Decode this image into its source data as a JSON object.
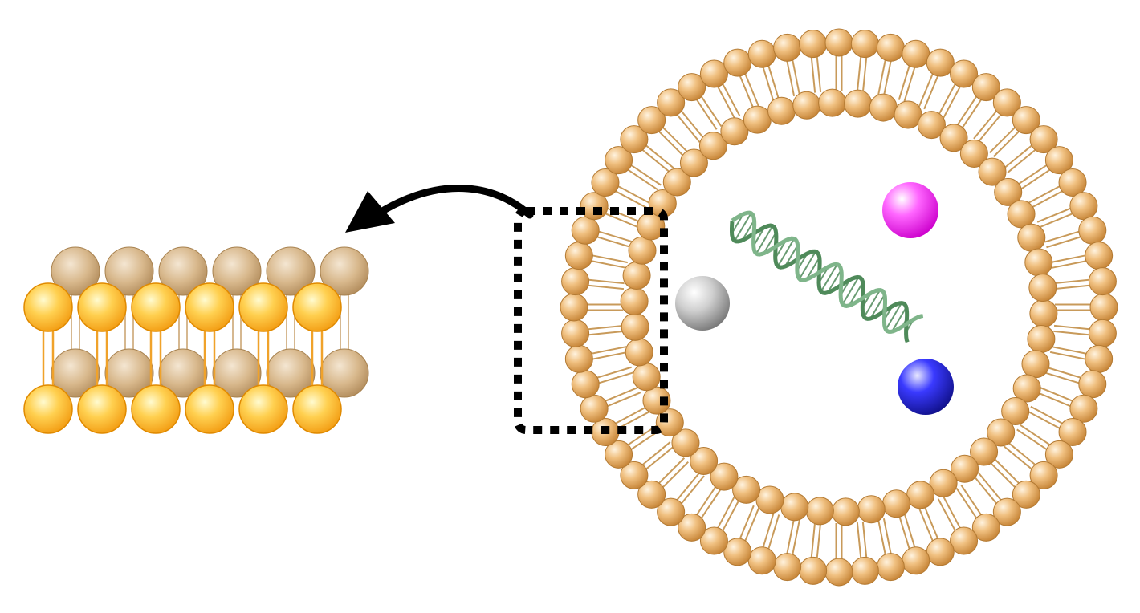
{
  "diagram": {
    "components": [
      {
        "id": "liposome-vesicle",
        "kind": "lipid-bilayer-circle"
      },
      {
        "id": "zoom-box",
        "kind": "dotted-rectangle"
      },
      {
        "id": "zoom-arrow",
        "kind": "curved-arrow"
      },
      {
        "id": "bilayer-section",
        "kind": "lipid-bilayer-slab"
      },
      {
        "id": "dna-helix",
        "kind": "double-helix"
      },
      {
        "id": "cargo-sphere-gray",
        "kind": "sphere",
        "color": "#a8a8a8"
      },
      {
        "id": "cargo-sphere-magenta",
        "kind": "sphere",
        "color": "#ff33ff"
      },
      {
        "id": "cargo-sphere-blue",
        "kind": "sphere",
        "color": "#2020ee"
      }
    ],
    "colors": {
      "lipid_head": "#e8b070",
      "lipid_head_highlight": "#fff0d8",
      "lipid_head_stroke": "#b37a33",
      "lipid_tail": "#c89a5a",
      "slab_front_head": "#ffb020",
      "slab_front_highlight": "#fff7b0",
      "slab_back_head": "#d9b88c",
      "dna": "#4f8a5a",
      "arrow": "#000000"
    }
  }
}
